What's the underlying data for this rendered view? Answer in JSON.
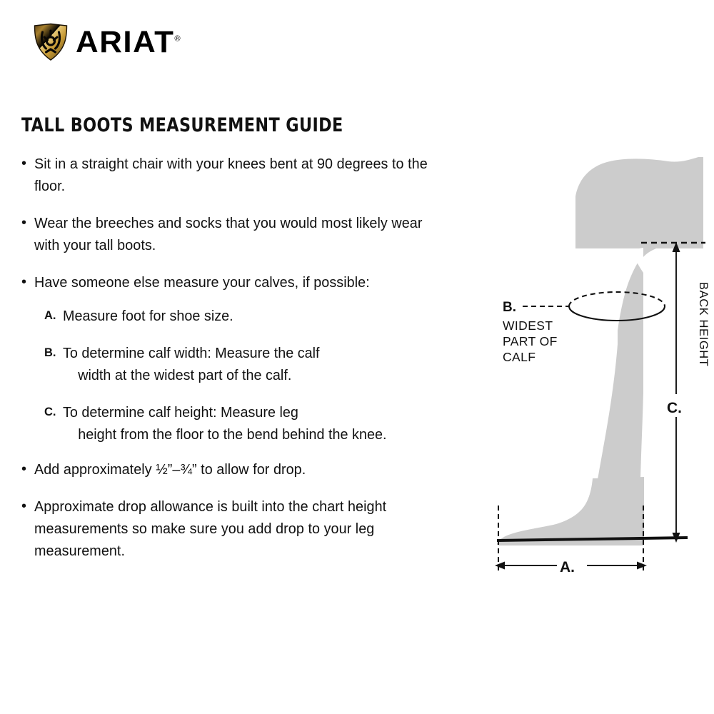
{
  "brand": {
    "name": "ARIAT",
    "registered_mark": "®",
    "shield_icon": "ariat-shield-logo",
    "colors": {
      "shield_gold": "#c9962f",
      "shield_light_gold": "#e8c877",
      "shield_dark": "#4a3414",
      "shield_outline": "#000000"
    }
  },
  "page": {
    "title": "TALL BOOTS MEASUREMENT GUIDE",
    "background": "#ffffff",
    "text_color": "#111111"
  },
  "instructions": {
    "bullet_glyph": "•",
    "items": [
      {
        "id": "bullet-sit",
        "text": "Sit in a straight chair with your knees bent at 90 degrees to the floor."
      },
      {
        "id": "bullet-wear",
        "text": "Wear the breeches and socks that you would most likely wear with your tall boots."
      },
      {
        "id": "bullet-measure",
        "text": "Have someone else measure your calves, if possible:"
      }
    ],
    "sub_items": [
      {
        "letter": "A.",
        "line1": "Measure foot for shoe size.",
        "line2": ""
      },
      {
        "letter": "B.",
        "line1": "To determine calf width: Measure the calf",
        "line2": "width at the widest part of the calf."
      },
      {
        "letter": "C.",
        "line1": "To determine calf height: Measure leg",
        "line2": "height from the floor to the bend behind the knee."
      }
    ],
    "trailing_items": [
      {
        "id": "bullet-drop",
        "text": "Add approximately ½”–¾” to allow for drop."
      },
      {
        "id": "bullet-allowance",
        "text": "Approximate drop allowance is built into the chart height measurements so make sure you add drop to your leg measurement."
      }
    ]
  },
  "diagram": {
    "name": "leg-measurement-diagram",
    "leg_fill": "#cccccc",
    "line_color": "#000000",
    "labels": {
      "b_letter": "B.",
      "b_desc_line1": "WIDEST",
      "b_desc_line2": "PART OF",
      "b_desc_line3": "CALF",
      "c_letter": "C.",
      "a_letter": "A.",
      "back_height": "BACK HEIGHT"
    }
  }
}
